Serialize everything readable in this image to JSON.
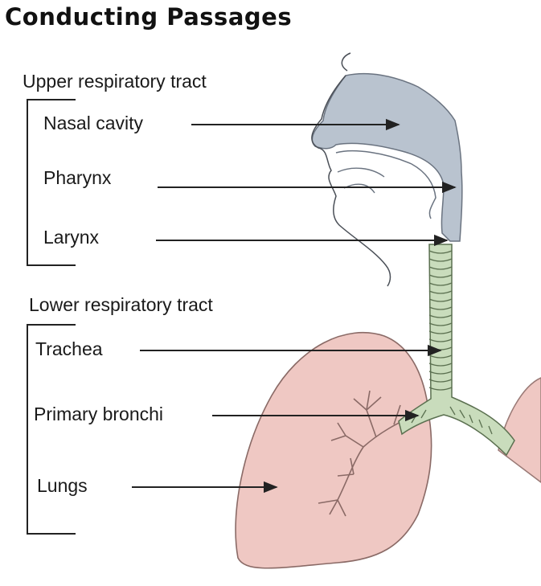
{
  "title": "Conducting Passages",
  "groups": {
    "upper": "Upper respiratory tract",
    "lower": "Lower respiratory tract"
  },
  "labels": {
    "nasal_cavity": "Nasal cavity",
    "pharynx": "Pharynx",
    "larynx": "Larynx",
    "trachea": "Trachea",
    "primary_bronchi": "Primary bronchi",
    "lungs": "Lungs"
  },
  "colors": {
    "upper_tract": "#b9c3cf",
    "airway_green": "#c9dcbc",
    "lung": "#efc8c3",
    "line": "#222222"
  }
}
